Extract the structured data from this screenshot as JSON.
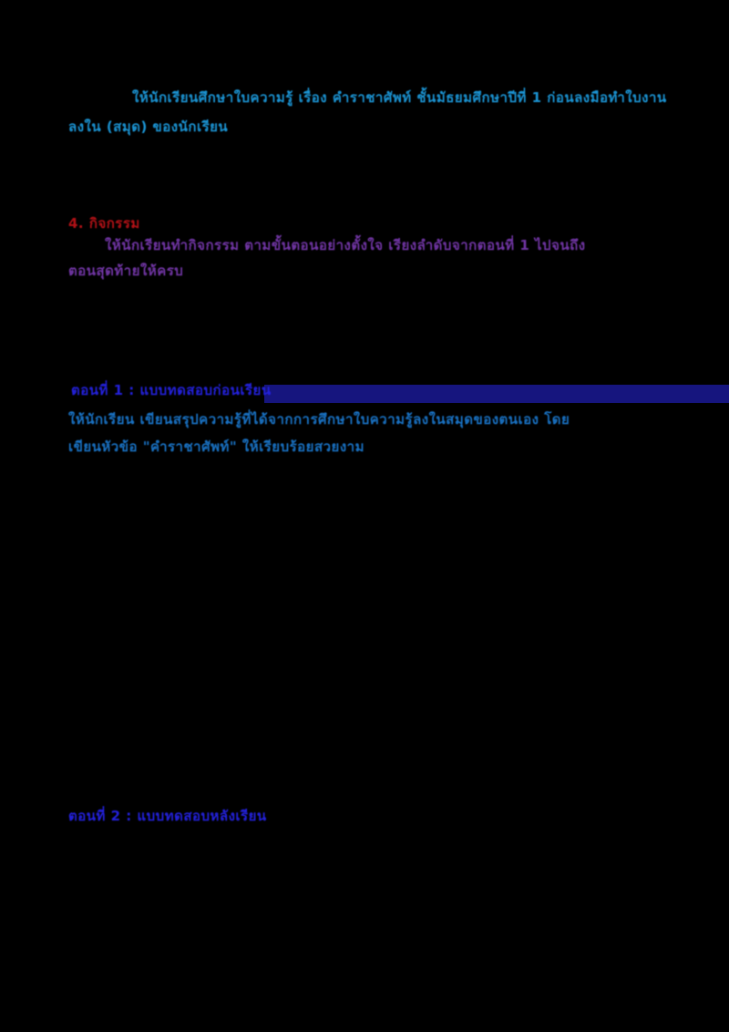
{
  "colors": {
    "page_background": "#000000",
    "paragraph1_text": "#1B93D2",
    "section_heading_text": "#B01116",
    "paragraph2_text": "#7035A3",
    "part_heading_text": "#2321DC",
    "highlight_bar": "#16157E",
    "paragraph3_text": "#1971C2"
  },
  "document": {
    "paragraph1": {
      "line1": "ให้นักเรียนศึกษาใบความรู้ เรื่อง คำราชาศัพท์ ชั้นมัธยมศึกษาปีที่ 1 ก่อนลงมือทำใบงาน",
      "line2": "ลงใน (สมุด) ของนักเรียน"
    },
    "section_heading": "4. กิจกรรม",
    "paragraph2": {
      "line1": "ให้นักเรียนทำกิจกรรม ตามขั้นตอนอย่างตั้งใจ เรียงลำดับจากตอนที่ 1 ไปจนถึง",
      "line2": "ตอนสุดท้ายให้ครบ"
    },
    "part1": {
      "heading": "ตอนที่ 1 : แบบทดสอบก่อนเรียน"
    },
    "paragraph3": {
      "line1": "ให้นักเรียน เขียนสรุปความรู้ที่ได้จากการศึกษาใบความรู้ลงในสมุดของตนเอง โดย",
      "line2": "เขียนหัวข้อ \"คำราชาศัพท์\" ให้เรียบร้อยสวยงาม"
    },
    "part2": {
      "heading": "ตอนที่ 2 : แบบทดสอบหลังเรียน"
    }
  }
}
